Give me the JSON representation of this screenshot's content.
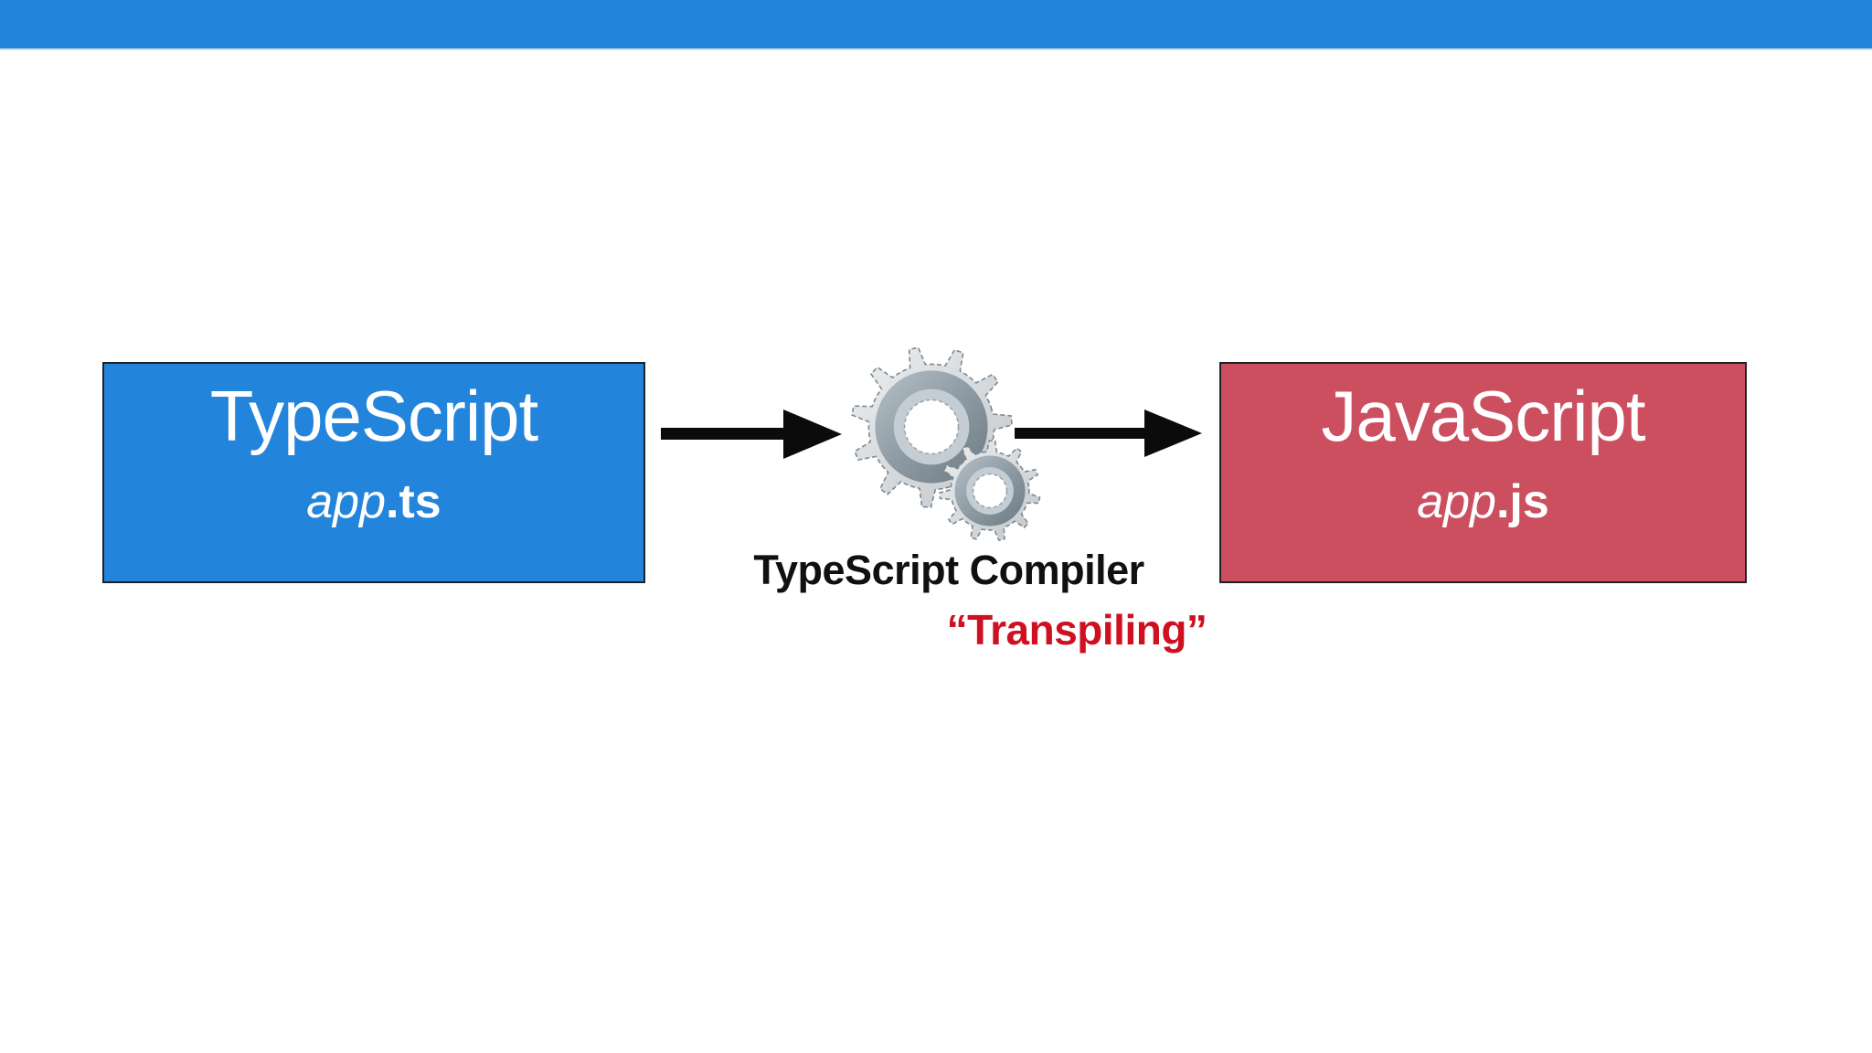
{
  "top_banner": {},
  "colors": {
    "accent_blue": "#2284DA",
    "box_red": "#CC4F5F",
    "label_red": "#CE1021",
    "arrow_black": "#0B0B0B"
  },
  "diagram": {
    "source_box": {
      "title": "TypeScript",
      "file_name": "app",
      "file_ext": ".ts"
    },
    "target_box": {
      "title": "JavaScript",
      "file_name": "app",
      "file_ext": ".js"
    },
    "compiler": {
      "icon": "gears-icon",
      "label": "TypeScript Compiler",
      "sublabel": "“Transpiling”"
    },
    "arrows": {
      "left_icon": "arrow-right-icon",
      "right_icon": "arrow-right-icon"
    }
  }
}
